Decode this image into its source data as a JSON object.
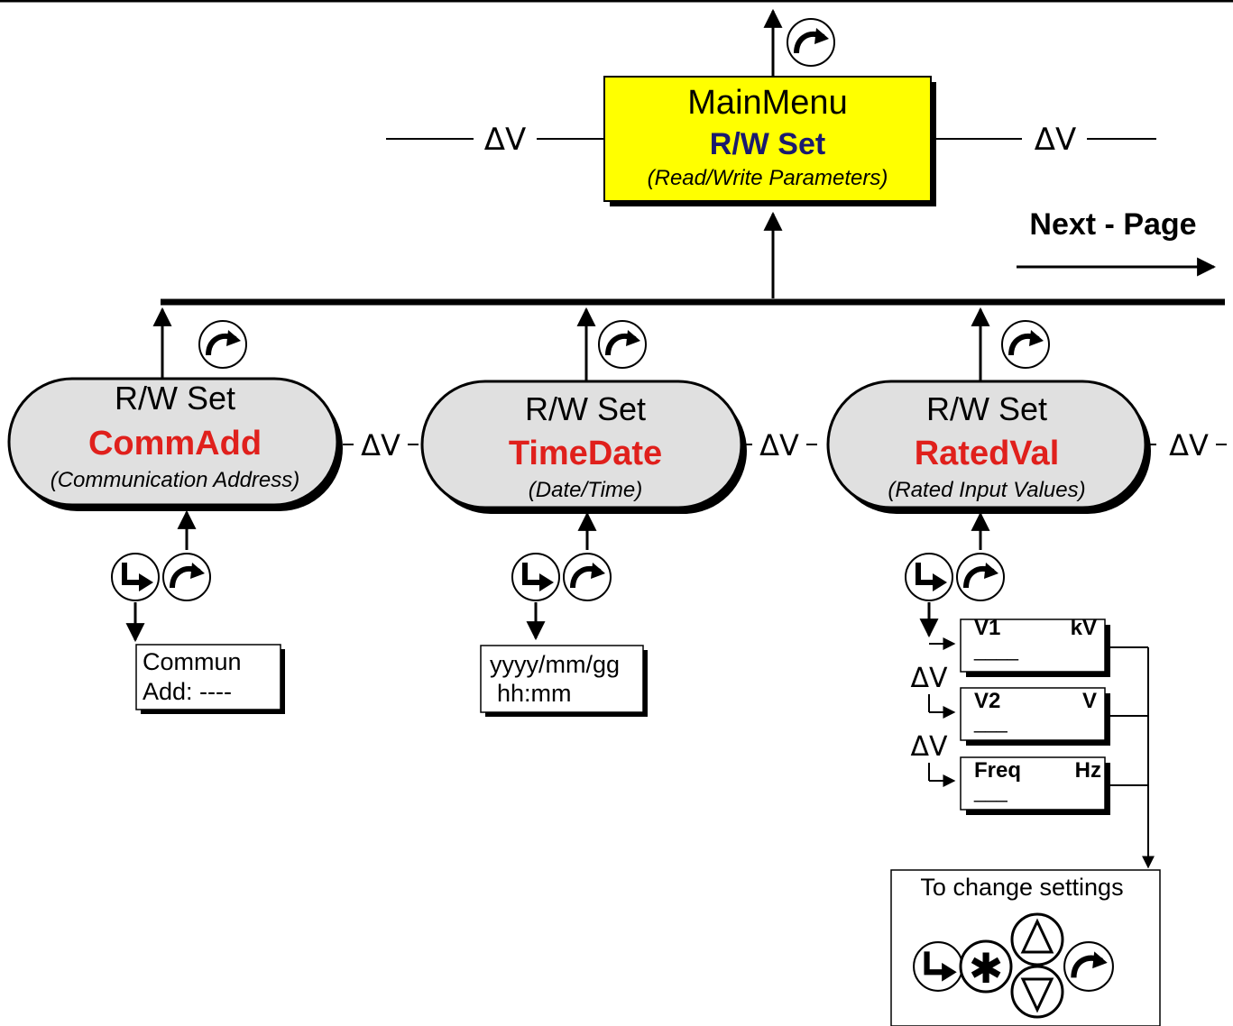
{
  "main_menu": {
    "title": "MainMenu",
    "name": "R/W Set",
    "description": "(Read/Write Parameters)",
    "fill": "#ffff00",
    "name_color": "#1a1a6e"
  },
  "nav_symbol": "ΔV",
  "next_page": "Next - Page",
  "submenus": [
    {
      "title": "R/W Set",
      "name": "CommAdd",
      "description": "(Communication Address)"
    },
    {
      "title": "R/W Set",
      "name": "TimeDate",
      "description": "(Date/Time)"
    },
    {
      "title": "R/W Set",
      "name": "RatedVal",
      "description": "(Rated Input Values)"
    }
  ],
  "submenu_style": {
    "fill": "#e0e0e0",
    "name_color": "#e0201c"
  },
  "displays": {
    "commadd": {
      "line1": "Commun",
      "line2": "Add: ----"
    },
    "timedate": {
      "line1": "yyyy/mm/gg",
      "line2": "hh:mm"
    },
    "rated": [
      {
        "label": "V1",
        "unit": "kV",
        "value": "____"
      },
      {
        "label": "V2",
        "unit": "V",
        "value": "___"
      },
      {
        "label": "Freq",
        "unit": "Hz",
        "value": "___"
      }
    ]
  },
  "change_settings": {
    "title": "To change settings"
  },
  "icons": {
    "back": "back-arrow-icon",
    "enter": "enter-arrow-icon",
    "star": "asterisk-icon",
    "up": "up-triangle-icon",
    "down": "down-triangle-icon"
  }
}
